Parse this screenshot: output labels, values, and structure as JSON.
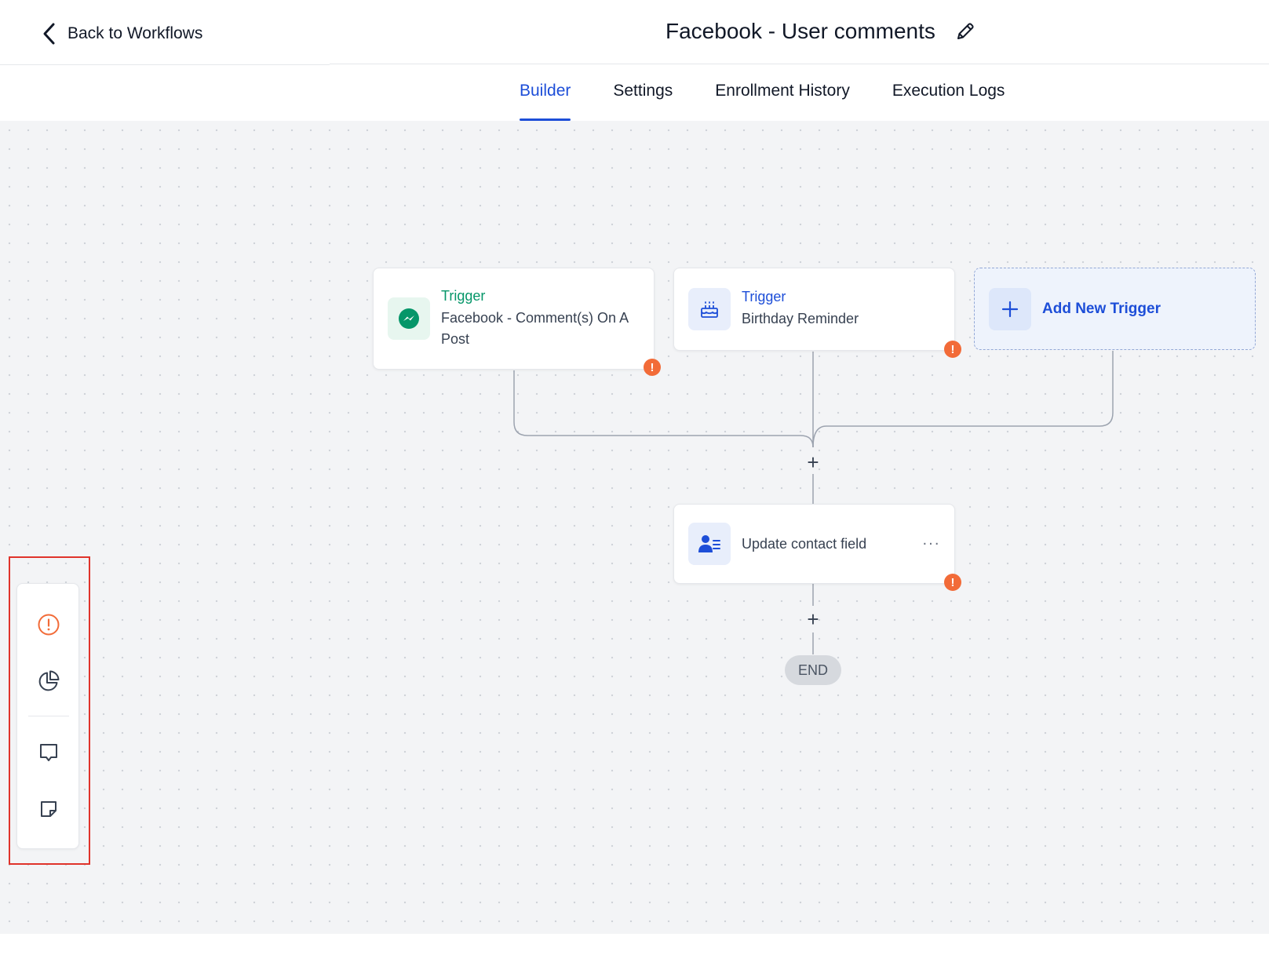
{
  "header": {
    "back_label": "Back to Workflows",
    "title": "Facebook - User comments"
  },
  "tabs": [
    {
      "label": "Builder",
      "active": true
    },
    {
      "label": "Settings",
      "active": false
    },
    {
      "label": "Enrollment History",
      "active": false
    },
    {
      "label": "Execution Logs",
      "active": false
    }
  ],
  "triggers": [
    {
      "label": "Trigger",
      "description": "Facebook - Comment(s) On A Post",
      "icon": "messenger-icon",
      "accent": "#059669",
      "has_warning": true
    },
    {
      "label": "Trigger",
      "description": "Birthday Reminder",
      "icon": "birthday-cake-icon",
      "accent": "#1d4ed8",
      "has_warning": true
    }
  ],
  "add_trigger": {
    "label": "Add New Trigger"
  },
  "actions": [
    {
      "label": "Update contact field",
      "icon": "contact-field-icon",
      "has_warning": true
    }
  ],
  "warning_symbol": "!",
  "more_symbol": "···",
  "add_step_symbol": "+",
  "end_label": "END",
  "side_toolbar": {
    "items": [
      "warning-icon",
      "analytics-pie-icon",
      "comment-icon",
      "sticky-note-icon"
    ]
  },
  "colors": {
    "primary": "#1d4ed8",
    "trigger_green": "#059669",
    "warning": "#f26b38",
    "highlight": "#e0332b",
    "canvas": "#f3f4f6"
  }
}
